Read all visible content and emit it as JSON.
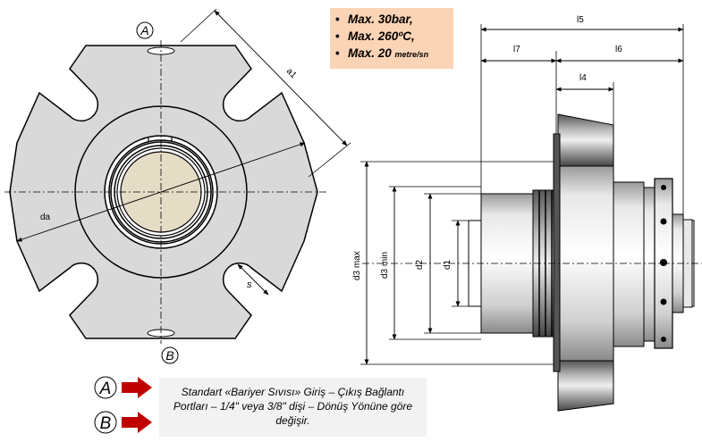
{
  "specs": {
    "pressure": "Max. 30bar,",
    "temperature": "Max. 260ºC,",
    "speed_value": "Max. 20",
    "speed_unit": "metre/sn"
  },
  "markers": {
    "a": "A",
    "b": "B"
  },
  "front_view": {
    "dim_da": "da",
    "dim_a1": "a1",
    "dim_s": "s"
  },
  "side_view": {
    "dim_l5": "l5",
    "dim_l7": "l7",
    "dim_l6": "l6",
    "dim_l4": "l4",
    "dim_d3max": "d3 max",
    "dim_d3min": "d3 min",
    "dim_d2": "d2",
    "dim_d1": "d1"
  },
  "legend": {
    "a_label": "A",
    "b_label": "B",
    "note": "Standart «Bariyer Sıvısı» Giriş – Çıkış Bağlantı Portları – 1/4\" veya 3/8\" dişi – Dönüş Yönüne göre değişir."
  },
  "colors": {
    "body_grey": "#d9d9d9",
    "face_tan": "#e5dcc6",
    "arrow_red": "#c00000",
    "spec_bg": "#fbd3b5",
    "note_bg": "#f2f2f2"
  }
}
